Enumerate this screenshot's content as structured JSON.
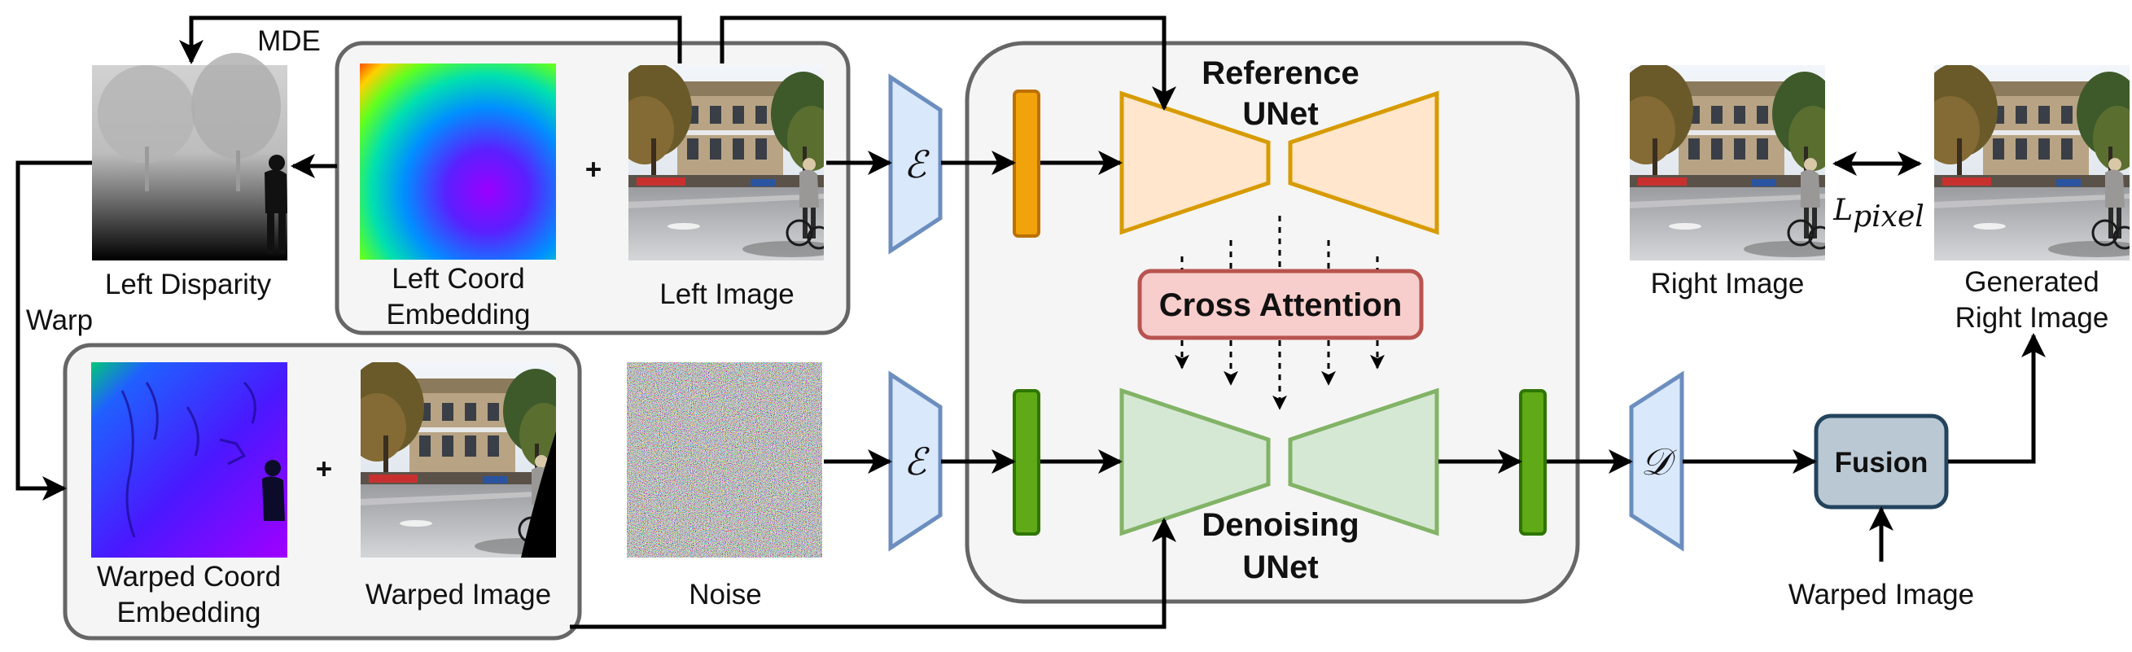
{
  "labels": {
    "mde": "MDE",
    "warp": "Warp",
    "left_disparity": "Left Disparity",
    "left_coord_1": "Left Coord",
    "left_coord_2": "Embedding",
    "left_image": "Left Image",
    "warped_coord_1": "Warped Coord",
    "warped_coord_2": "Embedding",
    "warped_image": "Warped Image",
    "noise": "Noise",
    "plus": "+",
    "reference_unet_1": "Reference",
    "reference_unet_2": "UNet",
    "denoising_unet_1": "Denoising",
    "denoising_unet_2": "UNet",
    "cross_attention": "Cross Attention",
    "right_image": "Right Image",
    "generated_1": "Generated",
    "generated_2": "Right Image",
    "fusion": "Fusion",
    "warped_image_input": "Warped Image",
    "encoder_symbol": "ℰ",
    "decoder_symbol": "𝒟",
    "loss_main": "L",
    "loss_sub": "pixel"
  },
  "colors": {
    "encoder_fill": "#dae8fc",
    "encoder_stroke": "#6c8ebf",
    "reference_fill": "#ffe6cc",
    "reference_stroke": "#d79b00",
    "reference_latent": "#f0a30a",
    "denoise_fill": "#d5e8d4",
    "denoise_stroke": "#82b366",
    "denoise_latent": "#60a917",
    "cross_fill": "#f8cecc",
    "cross_stroke": "#b85450",
    "fusion_fill": "#bac8d3",
    "fusion_stroke": "#23445d",
    "panel_fill": "#f5f5f5",
    "panel_stroke": "#666666"
  }
}
